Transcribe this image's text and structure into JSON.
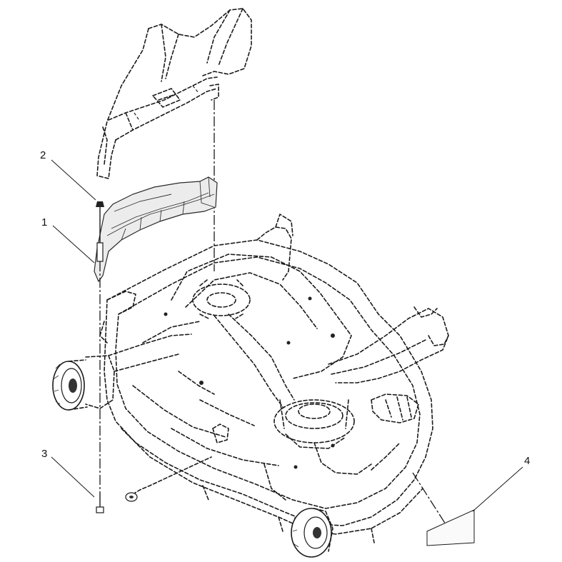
{
  "callouts": [
    {
      "number": "1"
    },
    {
      "number": "2"
    },
    {
      "number": "3"
    },
    {
      "number": "4"
    }
  ],
  "colors": {
    "line": "#1a1a1a",
    "background": "#ffffff"
  },
  "parts": [
    {
      "icon": "mower-deck-outline"
    },
    {
      "icon": "discharge-chute-outline"
    },
    {
      "icon": "deflector-shield"
    },
    {
      "icon": "bolt"
    },
    {
      "icon": "carriage-bolt"
    },
    {
      "icon": "decal-label"
    }
  ]
}
